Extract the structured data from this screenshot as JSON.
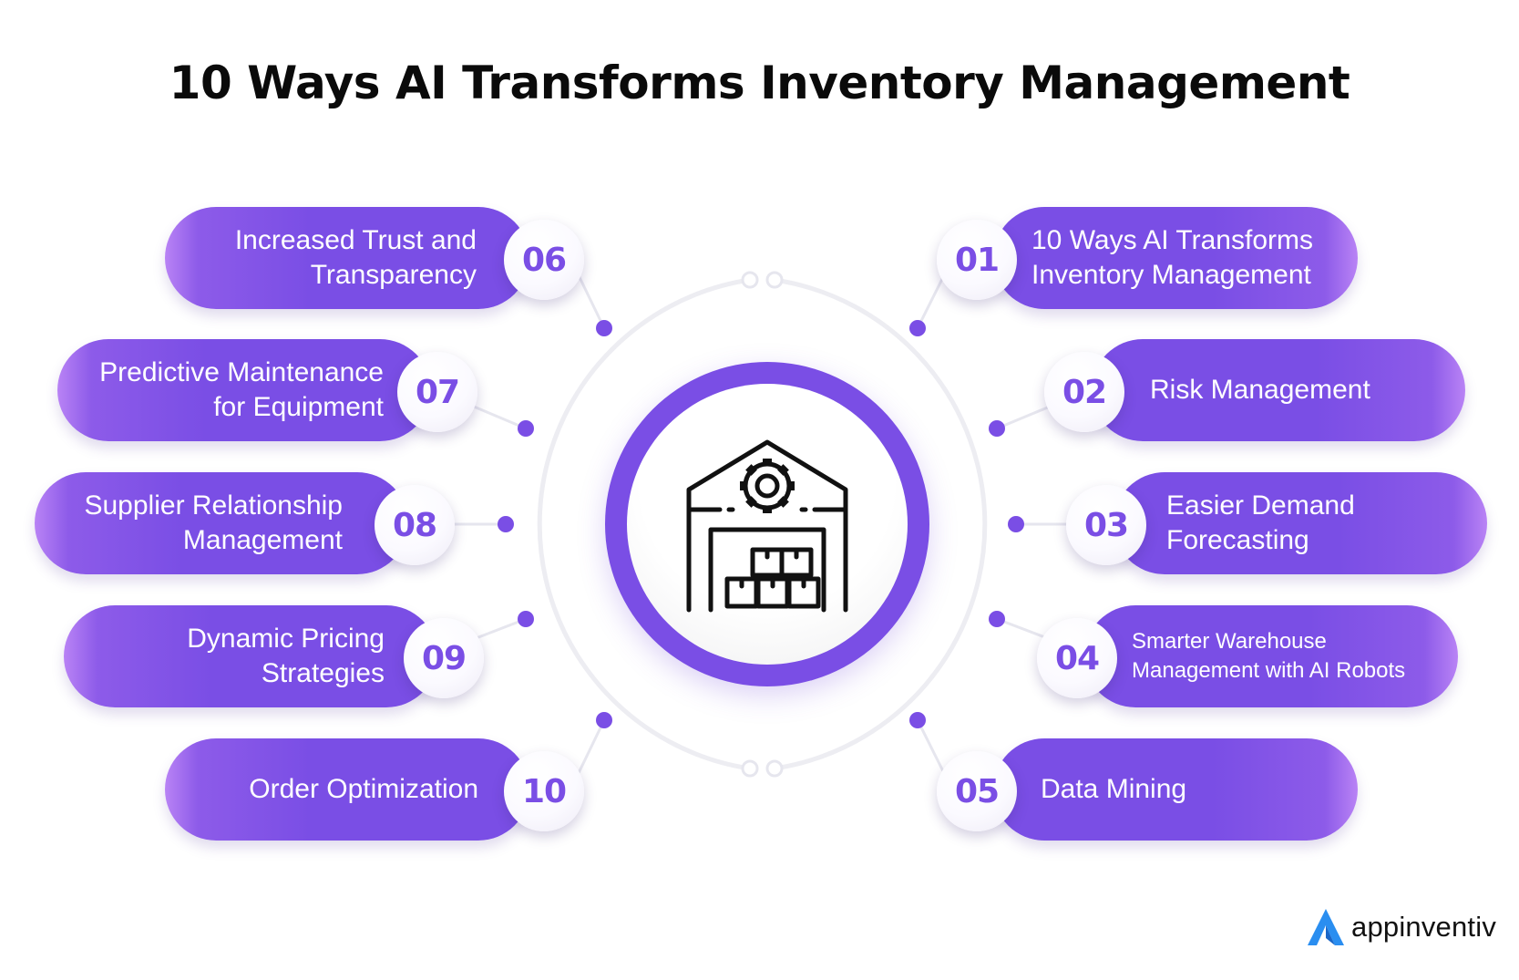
{
  "title": "10 Ways AI Transforms Inventory Management",
  "colors": {
    "accent": "#7a4ee5",
    "accent_light": "#b983f5",
    "logo_blue": "#2a8ef0"
  },
  "hub": {
    "icon": "warehouse-gear-icon"
  },
  "left_items": [
    {
      "number": "06",
      "line1": "Increased Trust and",
      "line2": "Transparency"
    },
    {
      "number": "07",
      "line1": "Predictive Maintenance",
      "line2": "for Equipment"
    },
    {
      "number": "08",
      "line1": "Supplier Relationship",
      "line2": "Management"
    },
    {
      "number": "09",
      "line1": "Dynamic Pricing",
      "line2": "Strategies"
    },
    {
      "number": "10",
      "line1": "Order Optimization",
      "line2": ""
    }
  ],
  "right_items": [
    {
      "number": "01",
      "line1": "10 Ways AI Transforms",
      "line2": "Inventory Management"
    },
    {
      "number": "02",
      "line1": "Risk Management",
      "line2": ""
    },
    {
      "number": "03",
      "line1": "Easier Demand",
      "line2": "Forecasting"
    },
    {
      "number": "04",
      "line1": "Smarter Warehouse",
      "line2": "Management with AI Robots"
    },
    {
      "number": "05",
      "line1": "Data Mining",
      "line2": ""
    }
  ],
  "brand": {
    "name": "appinventiv",
    "icon": "appinventiv-logo-icon"
  }
}
